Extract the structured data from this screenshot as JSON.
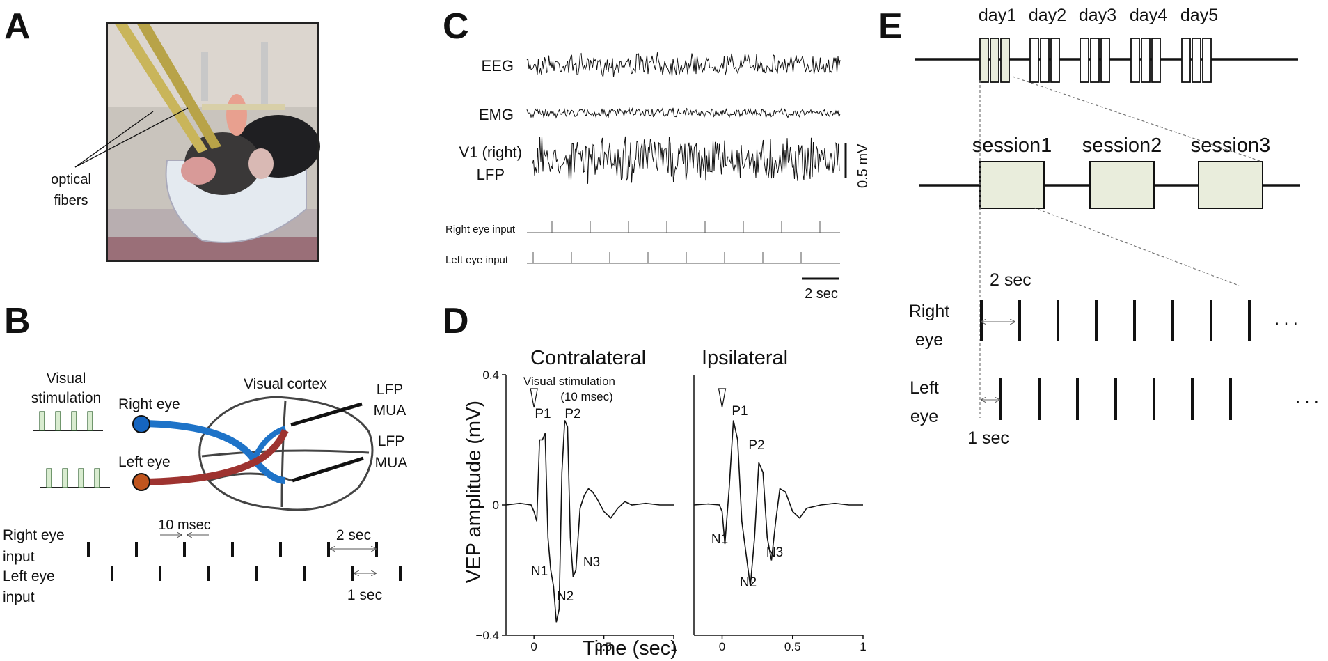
{
  "panels": {
    "a": "A",
    "b": "B",
    "c": "C",
    "d": "D",
    "e": "E"
  },
  "panel_a": {
    "annotation": [
      "optical",
      "fibers"
    ]
  },
  "panel_b": {
    "visual_stimulation": [
      "Visual",
      "stimulation"
    ],
    "right_eye": "Right eye",
    "left_eye": "Left eye",
    "visual_cortex": "Visual cortex",
    "electrode1": [
      "LFP",
      "MUA"
    ],
    "electrode2": [
      "LFP",
      "MUA"
    ],
    "right_input": [
      "Right eye",
      "input"
    ],
    "left_input": [
      "Left eye",
      "input"
    ],
    "pulse_width": "10 msec",
    "interval": "2 sec",
    "offset": "1 sec",
    "colors": {
      "right_eye": "#1565c0",
      "left_eye": "#c0551e",
      "right_path": "#1e73c8",
      "left_path": "#9e3330",
      "stim": "#d9ecd0"
    }
  },
  "panel_c": {
    "eeg": "EEG",
    "emg": "EMG",
    "v1": [
      "V1 (right)",
      "LFP"
    ],
    "scale_v": "0.5 mV",
    "right_input": "Right eye input",
    "left_input": "Left eye input",
    "scale_t": "2 sec"
  },
  "chart_data": [
    {
      "type": "line",
      "title": "Contralateral",
      "xlabel": "Time (sec)",
      "ylabel": "VEP amplitude (mV)",
      "xlim": [
        -0.2,
        1.0
      ],
      "ylim": [
        -0.4,
        0.4
      ],
      "xticks": [
        "0",
        "0.5",
        "1"
      ],
      "yticks": [
        "0.4",
        "0",
        "−0.4"
      ],
      "annotations": [
        "Visual stimulation",
        "(10 msec)",
        "P1",
        "P2",
        "N1",
        "N2",
        "N3"
      ],
      "series": [
        {
          "x": [
            -0.2,
            -0.1,
            -0.02,
            0.0,
            0.02,
            0.04,
            0.06,
            0.08,
            0.1,
            0.12,
            0.14,
            0.16,
            0.18,
            0.2,
            0.22,
            0.24,
            0.26,
            0.28,
            0.3,
            0.33,
            0.36,
            0.39,
            0.42,
            0.45,
            0.5,
            0.55,
            0.6,
            0.65,
            0.7,
            0.8,
            0.9,
            1.0
          ],
          "values": [
            0.0,
            0.005,
            0.0,
            -0.02,
            -0.05,
            0.2,
            0.2,
            0.22,
            -0.1,
            -0.2,
            -0.25,
            -0.36,
            -0.32,
            0.1,
            0.26,
            0.24,
            -0.1,
            -0.22,
            -0.2,
            -0.01,
            0.03,
            0.05,
            0.04,
            0.02,
            -0.02,
            -0.04,
            -0.01,
            0.01,
            0.0,
            0.005,
            0.0,
            0.0
          ]
        }
      ]
    },
    {
      "type": "line",
      "title": "Ipsilateral",
      "xlabel": "",
      "ylabel": "",
      "xlim": [
        -0.2,
        1.0
      ],
      "ylim": [
        -0.4,
        0.4
      ],
      "xticks": [
        "0",
        "0.5",
        "1"
      ],
      "annotations": [
        "P1",
        "P2",
        "N1",
        "N2",
        "N3"
      ],
      "series": [
        {
          "x": [
            -0.2,
            -0.1,
            -0.02,
            0.0,
            0.02,
            0.05,
            0.08,
            0.11,
            0.14,
            0.17,
            0.2,
            0.23,
            0.26,
            0.29,
            0.32,
            0.35,
            0.38,
            0.41,
            0.45,
            0.5,
            0.55,
            0.6,
            0.7,
            0.8,
            0.9,
            1.0
          ],
          "values": [
            0.0,
            0.003,
            0.0,
            -0.02,
            -0.12,
            0.05,
            0.26,
            0.2,
            -0.05,
            -0.15,
            -0.25,
            -0.1,
            0.13,
            0.1,
            -0.1,
            -0.17,
            -0.05,
            0.05,
            0.04,
            -0.02,
            -0.04,
            -0.01,
            0.0,
            0.005,
            0.0,
            0.0
          ]
        }
      ]
    }
  ],
  "panel_e": {
    "days": [
      "day1",
      "day2",
      "day3",
      "day4",
      "day5"
    ],
    "sessions": [
      "session1",
      "session2",
      "session3"
    ],
    "interval": "2 sec",
    "right_eye": [
      "Right",
      "eye"
    ],
    "left_eye": [
      "Left",
      "eye"
    ],
    "offset": "1 sec",
    "ellipsis": ". . .",
    "session_fill": "#e9eddc"
  }
}
